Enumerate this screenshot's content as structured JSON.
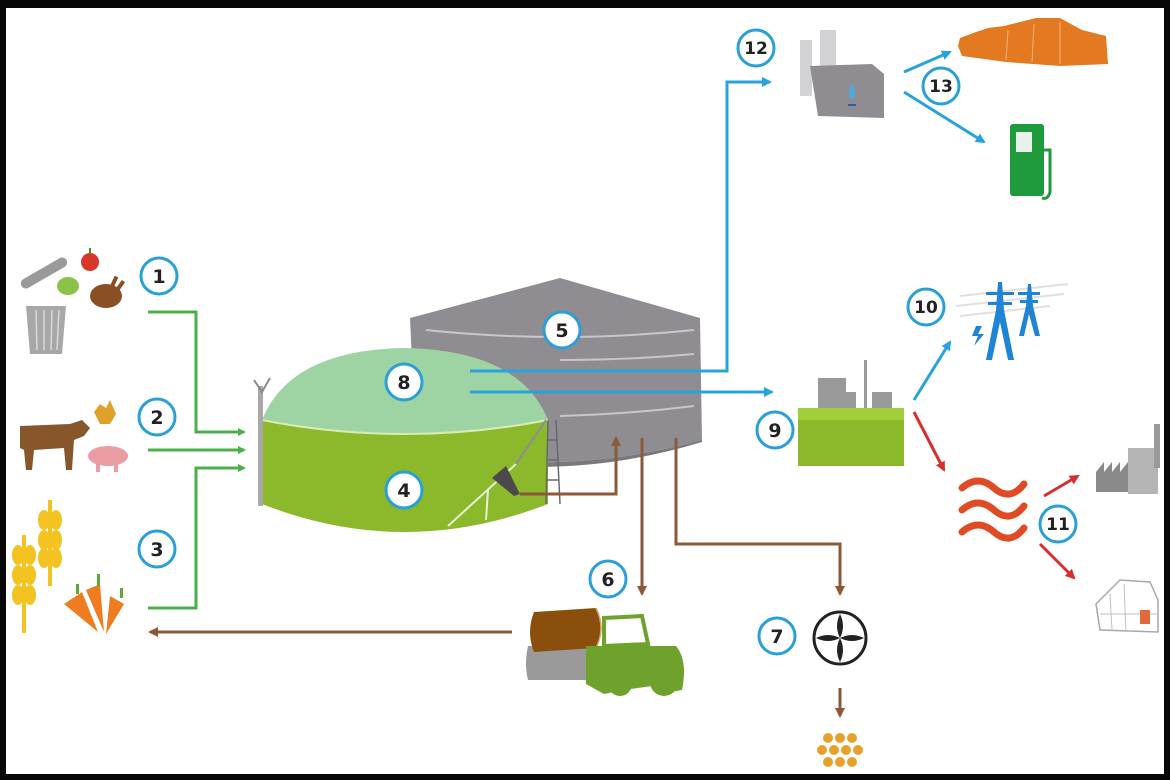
{
  "title": "Biogas plant process flow",
  "colors": {
    "background": "#ffffff",
    "frame": "#070707",
    "input_arrow": "#4cb04a",
    "gas_arrow": "#29a3dc",
    "digestate_arrow": "#8a5a3b",
    "heat_arrow": "#d62f2f",
    "marker_ring": "#2a9fd8",
    "digester_wall": "#8cb82b",
    "digester_dome": "#9ed3a4",
    "storage_tank": "#8f8d91",
    "chp_unit": "#8cb82b"
  },
  "markers": [
    {
      "id": "1",
      "label": "1",
      "meaning": "Food waste"
    },
    {
      "id": "2",
      "label": "2",
      "meaning": "Livestock manure"
    },
    {
      "id": "3",
      "label": "3",
      "meaning": "Energy crops"
    },
    {
      "id": "4",
      "label": "4",
      "meaning": "Digester"
    },
    {
      "id": "5",
      "label": "5",
      "meaning": "Digestate storage tank"
    },
    {
      "id": "6",
      "label": "6",
      "meaning": "Digestate as fertilizer"
    },
    {
      "id": "7",
      "label": "7",
      "meaning": "Separation / pellets"
    },
    {
      "id": "8",
      "label": "8",
      "meaning": "Gas storage dome"
    },
    {
      "id": "9",
      "label": "9",
      "meaning": "Combined heat and power unit"
    },
    {
      "id": "10",
      "label": "10",
      "meaning": "Electricity grid"
    },
    {
      "id": "11",
      "label": "11",
      "meaning": "Heat use"
    },
    {
      "id": "12",
      "label": "12",
      "meaning": "Gas upgrading"
    },
    {
      "id": "13",
      "label": "13",
      "meaning": "Biomethane use"
    }
  ],
  "icons": {
    "food_waste": "trash-bin-icon",
    "livestock": "cow-pig-chicken-icon",
    "crops": "wheat-carrot-icon",
    "digester": "digester-tank-icon",
    "storage": "storage-tank-icon",
    "tractor": "tractor-tanker-icon",
    "separator": "separator-fan-icon",
    "pellets": "pellets-icon",
    "chp": "chp-plant-icon",
    "power_grid": "power-pylon-icon",
    "heat": "heat-waves-icon",
    "factory": "factory-icon",
    "greenhouse": "greenhouse-icon",
    "upgrading": "gas-upgrading-icon",
    "houses": "houses-icon",
    "fuel_pump": "fuel-pump-icon"
  }
}
